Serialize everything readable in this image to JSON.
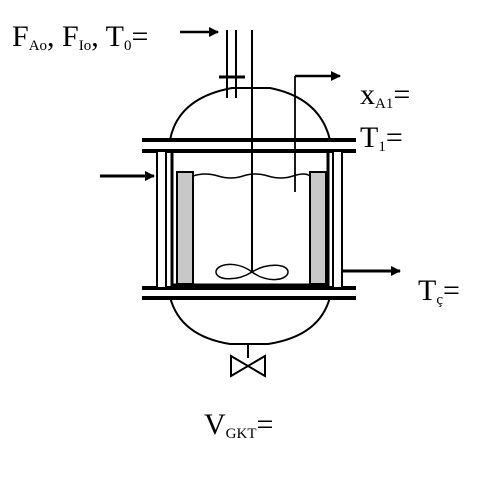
{
  "labels": {
    "feed_F": "F",
    "feed_F_sub": "Ao",
    "feed_sep1": ", F",
    "feed_I_sub": "Io",
    "feed_sep2": ", T",
    "feed_T_sub": "0",
    "feed_eq": "=",
    "xA1": "x",
    "xA1_sub": "A1",
    "xA1_eq": "=",
    "T1": "T",
    "T1_sub": "1",
    "T1_eq": "=",
    "Tc": "T",
    "Tc_sub": "ç",
    "Tc_eq": "=",
    "V": "V",
    "V_sub": "GKT",
    "V_eq": "="
  },
  "colors": {
    "line": "#000000",
    "baffle": "#c8c8c8"
  }
}
